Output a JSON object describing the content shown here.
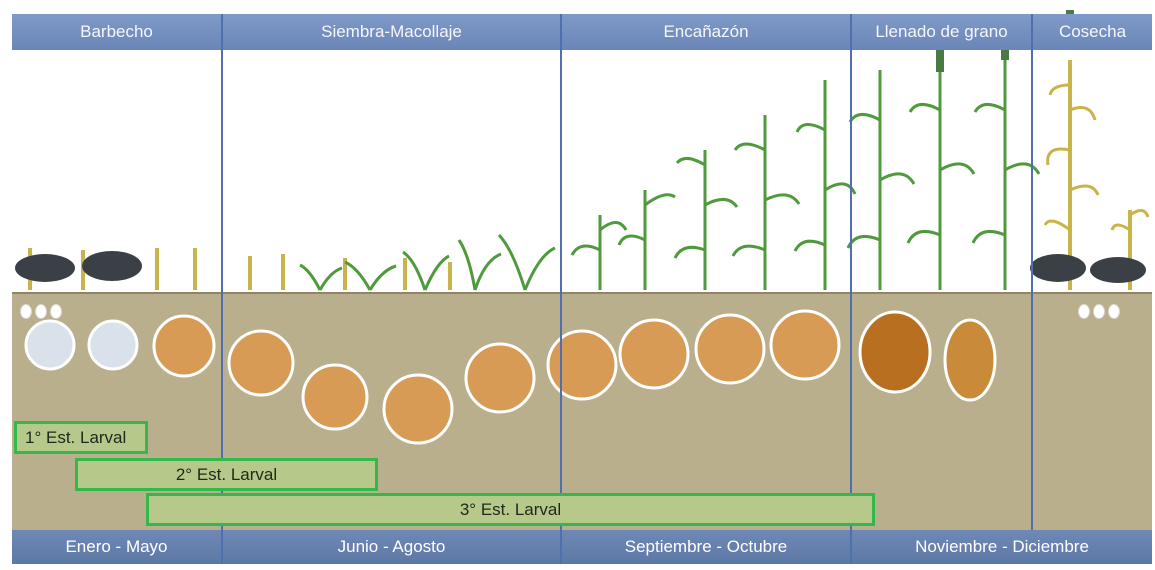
{
  "phases": [
    {
      "label": "Barbecho"
    },
    {
      "label": "Siembra-Macollaje"
    },
    {
      "label": "Encañazón"
    },
    {
      "label": "Llenado de grano"
    },
    {
      "label": "Cosecha"
    }
  ],
  "months": [
    {
      "label": "Enero - Mayo"
    },
    {
      "label": "Junio - Agosto"
    },
    {
      "label": "Septiembre - Octubre"
    },
    {
      "label": "Noviembre - Diciembre"
    }
  ],
  "larval_stages": [
    {
      "label": "1° Est. Larval"
    },
    {
      "label": "2° Est. Larval"
    },
    {
      "label": "3° Est. Larval"
    }
  ],
  "colors": {
    "header": "#7490c0",
    "footer": "#6781ae",
    "soil": "#b8ae8c",
    "sky": "#ffffff",
    "stage_bar": "#b7c98a",
    "stage_border": "#33b849",
    "plant": "#4e9a3c",
    "stubble": "#c8b44a",
    "beetle": "#3a4046",
    "grub": "#c98a3a"
  }
}
